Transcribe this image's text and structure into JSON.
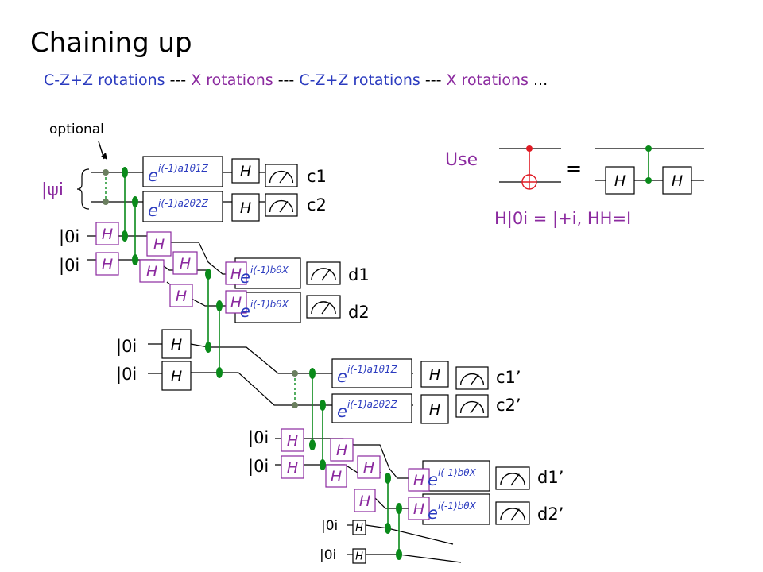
{
  "title": "Chaining up",
  "subtitle": {
    "part1": "C-Z+Z rotations",
    "sep1": " --- ",
    "part2": "X rotations",
    "sep2": " --- ",
    "part3": "C-Z+Z rotations",
    "sep3": " --- ",
    "part4": "X rotations",
    "tail": " ..."
  },
  "labels": {
    "optional": "optional",
    "psi": "|ψi",
    "ket0": "|0i",
    "gate_h": "H",
    "exp_base": "e",
    "rot_z1": "i(-1)a1θ1Z",
    "rot_z2": "i(-1)a2θ2Z",
    "rot_x": "i(-1)bθX",
    "c1": "c1",
    "c2": "c2",
    "d1": "d1",
    "d2": "d2",
    "c1p": "c1’",
    "c2p": "c2’",
    "d1p": "d1’",
    "d2p": "d2’"
  },
  "identity": {
    "use": "Use",
    "equals": "=",
    "h": "H",
    "note": "H|0i = |+i, HH=I"
  },
  "colors": {
    "green": "#0a8a1a",
    "purple": "#8b2a9f",
    "blue": "#2b3bbf",
    "red": "#e01b24",
    "dash_green": "#2a9a3a",
    "gray_dot": "#6b7f5f"
  }
}
